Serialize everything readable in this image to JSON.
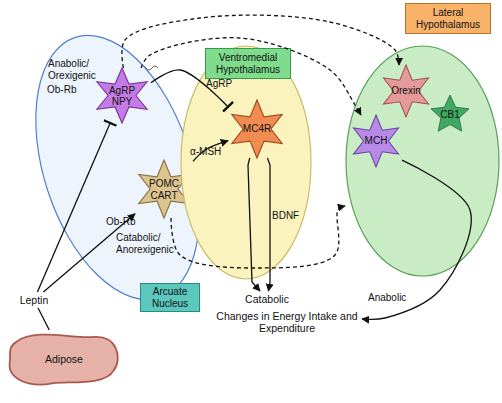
{
  "diagram": {
    "nodes": [
      {
        "text": [
          "Anabolic/ Orexigenic",
          "Catabolic/ Anorexigenic",
          "Arcuate Nucleus"
        ]
      },
      {
        "text": [
          "AgRP NPY"
        ],
        "in": 0
      },
      {
        "text": [
          "POMC CART"
        ],
        "in": 0
      },
      {
        "text": [
          "Ventromedial Hypothalamus"
        ]
      },
      {
        "text": [
          "MC4R"
        ],
        "in": 3
      },
      {
        "text": [
          "Lateral Hypothalamus"
        ]
      },
      {
        "text": [
          "Orexin"
        ],
        "in": 5
      },
      {
        "text": [
          "MCH"
        ],
        "in": 5
      },
      {
        "text": [
          "CB1"
        ],
        "in": 5
      },
      {
        "text": [
          "Catabolic"
        ]
      },
      {
        "text": [
          "Leptin"
        ]
      },
      {
        "text": [
          "Adipose"
        ]
      },
      {
        "text": [
          "Changes in Energy Intake and Expenditure"
        ]
      }
    ],
    "edges": [
      {
        "from": 1,
        "to": 4,
        "label": "AgRP",
        "arrow": "to"
      },
      {
        "from": 2,
        "to": 4,
        "label": "α-MSH",
        "arrow": "to"
      },
      {
        "from": 4,
        "to": 9,
        "arrow": "to"
      },
      {
        "from": 4,
        "to": 9,
        "label": "BDNF",
        "arrow": "to"
      },
      {
        "from": 1,
        "to": 6,
        "arrow": "to"
      },
      {
        "from": 1,
        "to": 7,
        "arrow": "to"
      },
      {
        "from": 2,
        "to": 5,
        "arrow": "to"
      },
      {
        "from": 7,
        "to": 12,
        "arrow": "to"
      },
      {
        "from": 11,
        "to": 10,
        "arrow": "none"
      },
      {
        "from": 10,
        "to": 1,
        "arrow": "to"
      },
      {
        "from": 10,
        "to": 2,
        "arrow": "to"
      }
    ],
    "labels": [
      "Ob-Rb",
      "Ob-Rb",
      "Anabolic"
    ]
  }
}
